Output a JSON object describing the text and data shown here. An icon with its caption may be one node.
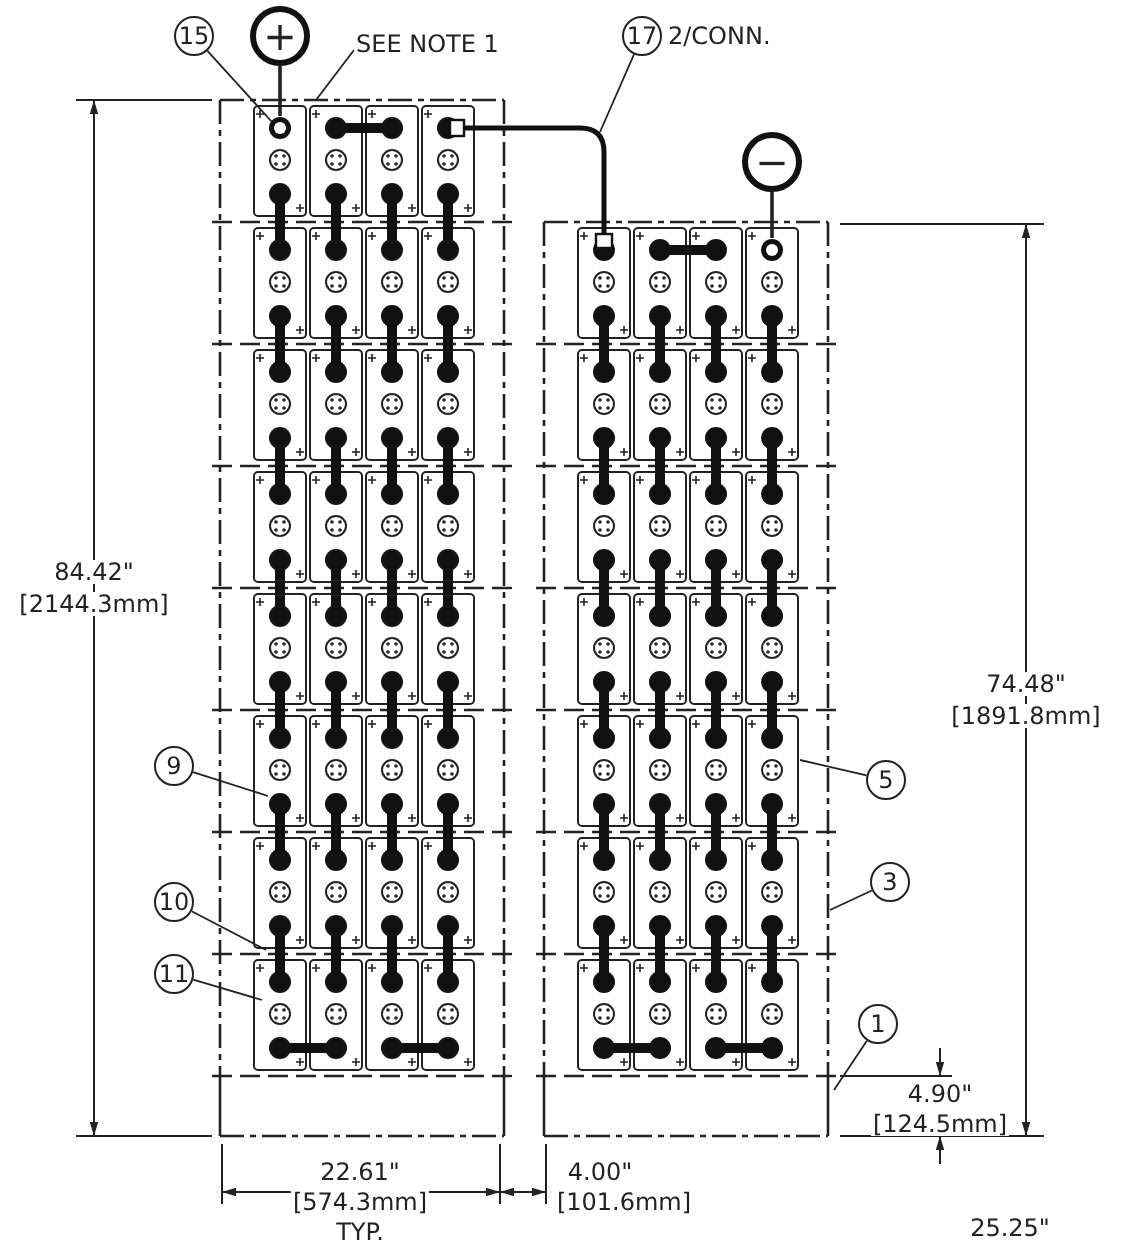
{
  "diagram": {
    "nodes": [
      {
        "text": [
          "+"
        ]
      },
      {
        "text": [
          "15"
        ]
      },
      {
        "text": [
          "SEE NOTE 1"
        ]
      },
      {
        "text": [
          "17"
        ],
        "beside": [
          "2/CONN."
        ]
      },
      {
        "text": [
          "−"
        ]
      },
      {
        "text": [
          "9"
        ]
      },
      {
        "text": [
          "10"
        ]
      },
      {
        "text": [
          "11"
        ]
      },
      {
        "text": [
          "5"
        ]
      },
      {
        "text": [
          "3"
        ]
      },
      {
        "text": [
          "1"
        ]
      }
    ],
    "edges": [
      {
        "from": 0,
        "to": null,
        "arrow": "none"
      },
      {
        "from": 1,
        "to": null,
        "arrow": "none"
      },
      {
        "from": 2,
        "to": null,
        "arrow": "none"
      },
      {
        "from": 3,
        "to": null,
        "arrow": "none"
      },
      {
        "from": 4,
        "to": null,
        "arrow": "none"
      },
      {
        "from": 5,
        "to": null,
        "arrow": "none"
      },
      {
        "from": 6,
        "to": null,
        "arrow": "none"
      },
      {
        "from": 7,
        "to": null,
        "arrow": "none"
      },
      {
        "from": 8,
        "to": null,
        "arrow": "none"
      },
      {
        "from": 9,
        "to": null,
        "arrow": "none"
      },
      {
        "from": 10,
        "to": null,
        "arrow": "none"
      }
    ],
    "labels": [
      "84.42\"",
      "[2144.3mm]",
      "74.48\"",
      "[1891.8mm]",
      "4.90\"",
      "[124.5mm]",
      "22.61\"",
      "[574.3mm]",
      "TYP.",
      "4.00\"",
      "[101.6mm]",
      "25.25\""
    ]
  }
}
